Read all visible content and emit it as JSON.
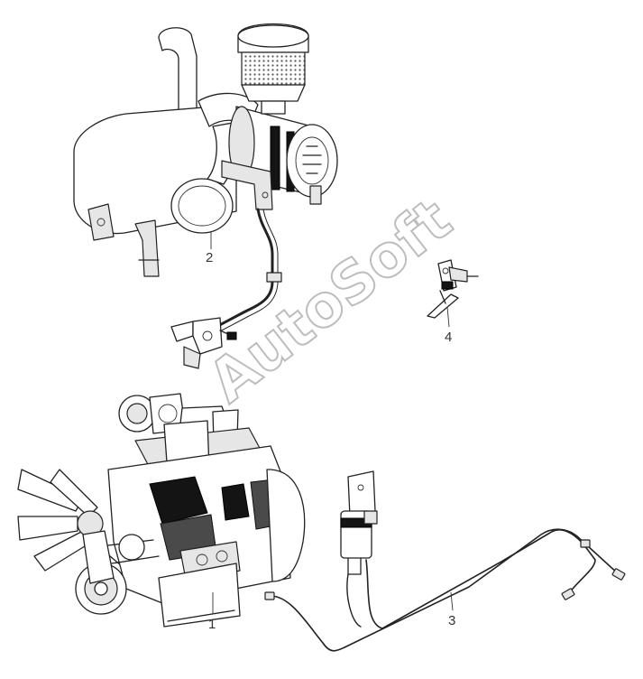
{
  "diagram": {
    "watermark": "AutoSoft",
    "callouts": [
      {
        "id": "engine",
        "label": "1"
      },
      {
        "id": "exhaust-and-air-intake",
        "label": "2"
      },
      {
        "id": "fuel-line",
        "label": "3"
      },
      {
        "id": "bracket-valve",
        "label": "4"
      }
    ]
  },
  "colors": {
    "line": "#222222",
    "dark_fill": "#141414",
    "watermark": "#bdbdbd"
  }
}
